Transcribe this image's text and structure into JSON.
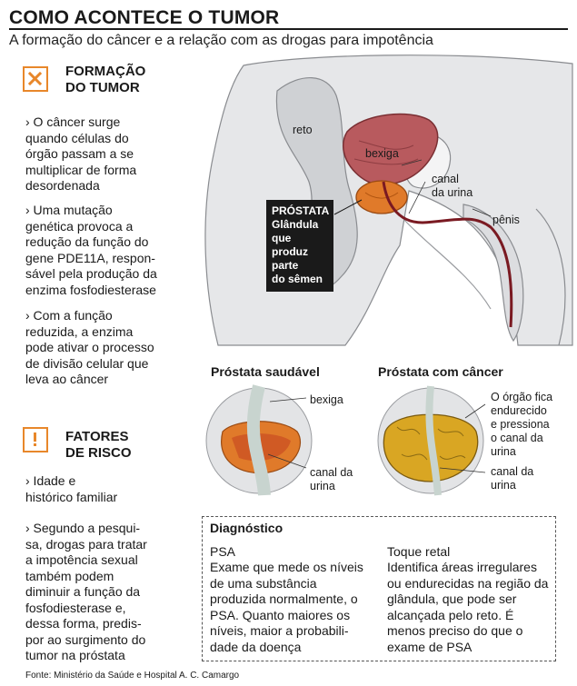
{
  "header": {
    "title": "COMO ACONTECE O TUMOR",
    "subtitle": "A formação do câncer e a relação com as drogas para impotência"
  },
  "formacao": {
    "badge_icon": "x-icon",
    "heading_lines": [
      "FORMAÇÃO",
      "DO TUMOR"
    ],
    "bullets": [
      [
        "› O câncer surge",
        "quando células do",
        "órgão passam a se",
        "multiplicar de forma",
        "desordenada"
      ],
      [
        "› Uma mutação",
        "genética provoca a",
        "redução da função do",
        "gene PDE11A, respon-",
        "sável pela produção da",
        "enzima fosfodiesterase"
      ],
      [
        "› Com a função",
        "reduzida, a enzima",
        "pode ativar o processo",
        "de divisão celular que",
        "leva ao câncer"
      ]
    ]
  },
  "fatores": {
    "badge_icon": "exclamation-icon",
    "heading_lines": [
      "FATORES",
      "DE RISCO"
    ],
    "bullets": [
      [
        "› Idade e",
        "histórico familiar"
      ],
      [
        "› Segundo a pesqui-",
        "sa, drogas para tratar",
        "a impotência sexual",
        "também podem",
        "diminuir a função da",
        "fosfodiesterase e,",
        "dessa forma, predis-",
        "por ao surgimento do",
        "tumor na próstata"
      ]
    ]
  },
  "anatomy": {
    "reto": "reto",
    "bexiga": "bexiga",
    "canal": [
      "canal",
      "da urina"
    ],
    "penis": "pênis",
    "callout": [
      "PRÓSTATA",
      "Glândula que",
      "produz parte",
      "do sêmen"
    ]
  },
  "healthy": {
    "title": "Próstata saudável",
    "bexiga": "bexiga",
    "canal": [
      "canal da",
      "urina"
    ]
  },
  "cancer": {
    "title": "Próstata com câncer",
    "note": [
      "O órgão fica",
      "endurecido",
      "e pressiona",
      "o canal da",
      "urina"
    ],
    "canal": [
      "canal da",
      "urina"
    ]
  },
  "diagnostico": {
    "heading": "Diagnóstico",
    "psa_title": "PSA",
    "psa_text": [
      "Exame que mede os níveis",
      "de uma substância",
      "produzida normalmente, o",
      "PSA. Quanto maiores os",
      "níveis, maior a probabili-",
      "dade da doença"
    ],
    "toque_title": "Toque retal",
    "toque_text": [
      "Identifica áreas irregulares",
      "ou endurecidas na região da",
      "glândula, que pode ser",
      "alcançada pelo reto. É",
      "menos preciso do que o",
      "exame de PSA"
    ]
  },
  "source": "Fonte: Ministério da Saúde e Hospital A. C. Camargo",
  "colors": {
    "accent": "#e8872a",
    "bladder": "#b85a5e",
    "prostate": "#e07a2a",
    "tumor": "#d9a623",
    "tissue": "#d9dadc",
    "canal": "#7a1a22"
  }
}
